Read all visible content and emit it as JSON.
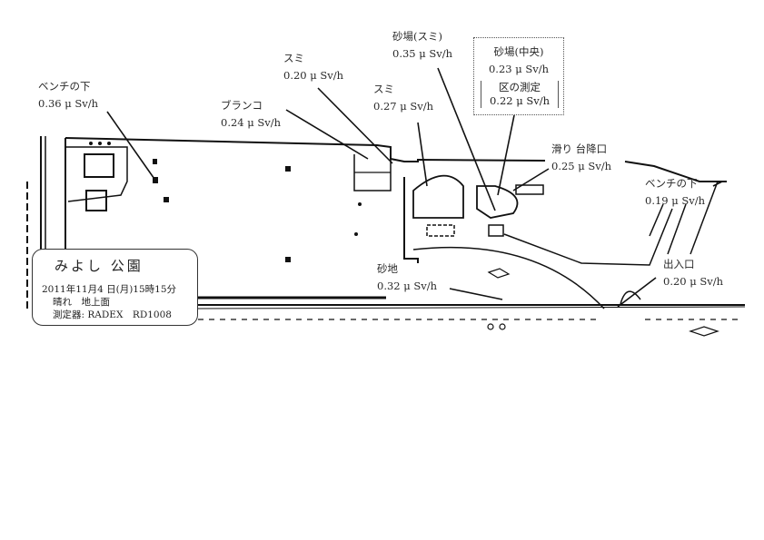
{
  "park": {
    "name": "みよし 公園",
    "datetime": "2011年11月4 日(月)15時15分",
    "conditions": "晴れ　地上面",
    "instrument": "測定器: RADEX　RD1008"
  },
  "measurements": [
    {
      "location": "ベンチの下",
      "value": "0.36 μ Sv/h"
    },
    {
      "location": "ブランコ",
      "value": "0.24 μ Sv/h"
    },
    {
      "location": "スミ",
      "value": "0.20 μ Sv/h"
    },
    {
      "location": "スミ",
      "value": "0.27 μ Sv/h"
    },
    {
      "location": "砂場(スミ)",
      "value": "0.35 μ Sv/h"
    },
    {
      "location": "砂場(中央)",
      "value": "0.23 μ Sv/h",
      "ward_label": "区の測定",
      "ward_value": "0.22 μ Sv/h"
    },
    {
      "location": "滑り 台降口",
      "value": "0.25 μ Sv/h"
    },
    {
      "location": "ベンチの下",
      "value": "0.19 μ Sv/h"
    },
    {
      "location": "出入口",
      "value": "0.20 μ Sv/h"
    },
    {
      "location": "砂地",
      "value": "0.32 μ Sv/h"
    }
  ]
}
